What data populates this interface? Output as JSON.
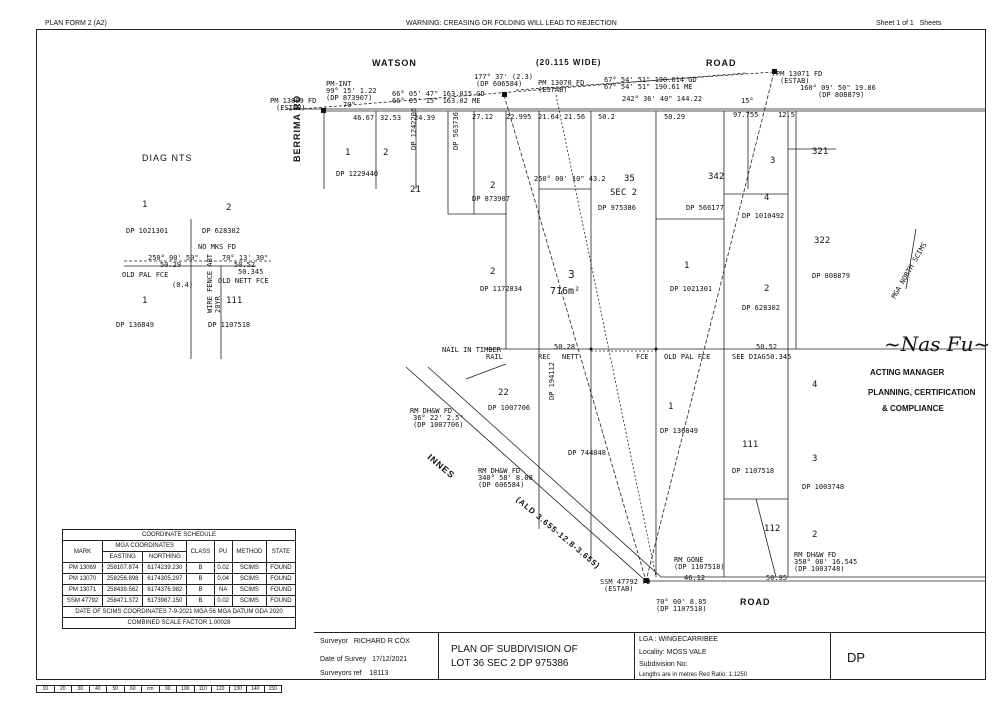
{
  "header": {
    "form": "PLAN FORM 2 (A2)",
    "warning": "WARNING: CREASING OR FOLDING WILL LEAD TO REJECTION",
    "sheet_word": "Sheet 1",
    "sheet_of": "of 1",
    "sheets_word": "Sheets"
  },
  "roads": {
    "watson": "WATSON",
    "width": "(20.115 WIDE)",
    "road_top": "ROAD",
    "berrima": "BERRIMA RD",
    "innes": "INNES",
    "ald": "(ALD 3.655-12.8-3.655)",
    "road_bottom": "ROAD"
  },
  "marks": {
    "pm13069": "PM 13069 FD",
    "pm13069_estab": "(ESTAB)",
    "pm_int": "PM-INT",
    "pm_int_bearing": "99° 15' 1.22",
    "pm_int_dp": "(DP 873907)",
    "pm13070": "PM 13070 FD",
    "pm13070_estab": "(ESTAB)",
    "pm13071": "PM 13071 FD",
    "pm13071_estab": "(ESTAB)",
    "ssm": "SSM 47792 FD",
    "ssm_estab": "(ESTAB)",
    "b1": "66° 05' 47\" 163.015 GD",
    "b2": "66° 05' 15\" 163.02 ME",
    "b3": "177° 37' (2.3)",
    "b3_dp": "(DP 606584)",
    "b4": "67° 54' 51\" 190.614 GD",
    "b5": "67° 54' 51\" 190.61 ME",
    "b6": "242° 36' 40\" 144.22",
    "b7": "160° 09' 50\" 19.86",
    "b7_dp": "(DP 808879)",
    "b8": "70° 00' 8.85",
    "b8_dp": "(DP 1107518)",
    "b9": "250° 00' 10\" 43.2",
    "rm_gone": "RM GONE",
    "rm_gone_dp": "(DP 1107518)"
  },
  "distances": {
    "d4667": "46.67",
    "d3253": "32.53",
    "d2439": "24.39",
    "d2712": "27.12",
    "d22995": "22.995",
    "d2164": "21.64",
    "d2156": "21.56",
    "d502": "50.2",
    "d5029": "50.29",
    "d97755": "97.755",
    "d125": "12.5",
    "d70": "70°",
    "d15": "15°",
    "d4612": "46.12",
    "d5095": "50.95",
    "d5028": "50.28",
    "d5052": "50.52"
  },
  "lots": {
    "l1a": "1",
    "l2a": "2",
    "l21": "21",
    "l2b": "2",
    "l35": "35",
    "l342": "342",
    "l3a": "3",
    "l4a": "4",
    "l321": "321",
    "l322": "322",
    "l2c": "2",
    "l3": "3",
    "l3_area": "716m²",
    "l1b": "1",
    "l2d": "2",
    "l22": "22",
    "l1c": "1",
    "l111": "111",
    "l3b": "3",
    "l4b": "4",
    "l112": "112",
    "l2e": "2",
    "sec": "SEC 2",
    "lot3_top1": "DP 1229440",
    "dp_873907": "DP 873907",
    "dp_975386": "DP 975386",
    "dp_566177": "DP 566177",
    "dp_1010492": "DP 1010492",
    "dp_808879": "DP 808879",
    "dp_1172834": "DP 1172834",
    "dp_1021301": "DP 1021301",
    "dp_628302": "DP 628302",
    "dp_1007706": "DP 1007706",
    "dp_194112": "DP 194112",
    "dp_744848": "DP 744848",
    "dp_136849": "DP 136849",
    "dp_1107518": "DP 1107518",
    "dp_1003748": "DP 1003748",
    "dp_1242206": "DP 1242206",
    "dp_563736": "DP 563736"
  },
  "features": {
    "nail_timber": "NAIL IN TIMBER",
    "rail": "RAIL",
    "rec": "REC",
    "nett": "NETT",
    "fce": "FCE",
    "old_pal": "OLD PAL FCE",
    "see_diag": "SEE DIAG",
    "see_diag_val": "50.345",
    "rm_dhw": "RM DH&W FD",
    "rm_dhw_b": "36° 22' 2.5\"",
    "rm_dhw_dp": "(DP 1007706)",
    "rm_dhw2": "RM DH&W FD",
    "rm_dhw2_b": "340° 58' 8.08",
    "rm_dhw2_dp": "(DP 606584)",
    "rm_dhw3": "RM DH&W FD",
    "rm_dhw3_b": "358° 08' 16.545",
    "rm_dhw3_dp": "(DP 1003748)",
    "mga": "MGA NORTH SCIMS"
  },
  "diag": {
    "title": "DIAG NTS",
    "l1": "1",
    "l2": "2",
    "dp1": "DP 1021301",
    "dp2": "DP 628302",
    "no_mks": "NO MKS FD",
    "b1": "250° 00' 50\"",
    "b1v": "50.29",
    "b2": "70° 13' 30\"",
    "b2v": "50.52",
    "b3": "50.345",
    "old_pal": "OLD PAL FCE",
    "old_nett": "OLD NETT FCE",
    "off": "(0.4)",
    "wire": "WIRE FENCE ABT 20YR",
    "l1b": "1",
    "l111": "111",
    "dp3": "DP 136849",
    "dp4": "DP 1107518"
  },
  "coord_table": {
    "title": "COORDINATE SCHEDULE",
    "mga_head": "MGA COORDINATES",
    "cols": [
      "MARK",
      "EASTING",
      "NORTHING",
      "CLASS",
      "PU",
      "METHOD",
      "STATE"
    ],
    "rows": [
      [
        "PM 13069",
        "258107.874",
        "6174239.230",
        "B",
        "0.02",
        "SCIMS",
        "FOUND"
      ],
      [
        "PM 13070",
        "258256.898",
        "6174305.297",
        "B",
        "0.04",
        "SCIMS",
        "FOUND"
      ],
      [
        "PM 13071",
        "258439.562",
        "6174376.982",
        "B",
        "NA",
        "SCIMS",
        "FOUND"
      ],
      [
        "SSM 47792",
        "258471.372",
        "6173987.150",
        "B",
        "0.02",
        "SCIMS",
        "FOUND"
      ]
    ],
    "date_line": "DATE OF SCIMS COORDINATES 7-9-2021  MGA 56   MGA DATUM GDA 2020",
    "csf": "COMBINED SCALE FACTOR 1.00028"
  },
  "title_block": {
    "surveyor_lbl": "Surveyor",
    "surveyor_val": "RICHARD R COX",
    "date_lbl": "Date of Survey",
    "date_val": "17/12/2021",
    "ref_lbl": "Surveyors ref",
    "ref_val": "18113",
    "plan_line1": "PLAN OF SUBDIVISION OF",
    "plan_line2": "LOT 36 SEC 2  DP 975386",
    "lga": "LGA : WINGECARRIBEE",
    "locality": "Locality: MOSS VALE",
    "subdivision": "Subdivision No:",
    "lengths": "Lengths are in metres Red Ratio: 1:1250",
    "dp": "DP"
  },
  "signature": {
    "l1": "ACTING MANAGER",
    "l2": "PLANNING, CERTIFICATION",
    "l3": "& COMPLIANCE"
  },
  "ruler": [
    "10",
    "20",
    "30",
    "40",
    "50",
    "60",
    "cm",
    "90",
    "100",
    "110",
    "120",
    "130",
    "140",
    "150"
  ]
}
